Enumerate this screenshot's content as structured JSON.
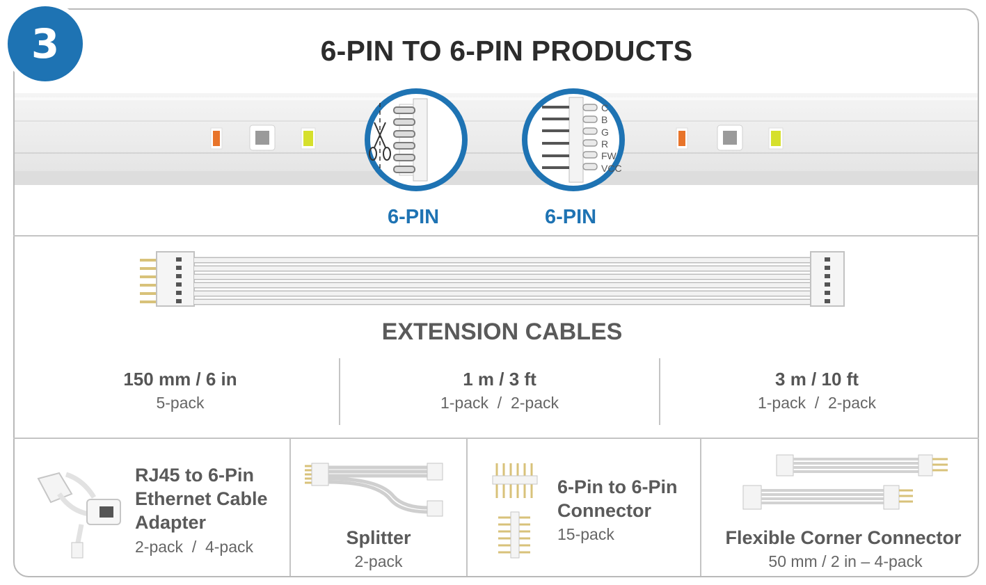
{
  "step_badge": "3",
  "page_title": "6-PIN TO 6-PIN PRODUCTS",
  "connectors": [
    {
      "label": "6-PIN"
    },
    {
      "label": "6-PIN",
      "pin_labels": [
        "C",
        "B",
        "G",
        "R",
        "FW",
        "VCC"
      ]
    }
  ],
  "extension_cables": {
    "title": "EXTENSION CABLES",
    "lengths": [
      {
        "length": "150 mm / 6 in",
        "packs": "5-pack"
      },
      {
        "length": "1 m / 3 ft",
        "packs": "1-pack  /  2-pack"
      },
      {
        "length": "3 m / 10 ft",
        "packs": "1-pack  /  2-pack"
      }
    ]
  },
  "products": [
    {
      "name_lines": [
        "RJ45 to 6-Pin",
        "Ethernet Cable",
        "Adapter"
      ],
      "packs": "2-pack  /  4-pack"
    },
    {
      "name_lines": [
        "Splitter"
      ],
      "packs": "2-pack"
    },
    {
      "name_lines": [
        "6-Pin to 6-Pin",
        "Connector"
      ],
      "packs": "15-pack"
    },
    {
      "name_lines": [
        "Flexible Corner Connector"
      ],
      "packs": "50 mm / 2 in – 4-pack"
    }
  ],
  "colors": {
    "accent_blue": "#1e73b3",
    "border_gray": "#b9b9b9",
    "text_dark": "#2c2c2c",
    "text_gray": "#5a5a5a"
  }
}
